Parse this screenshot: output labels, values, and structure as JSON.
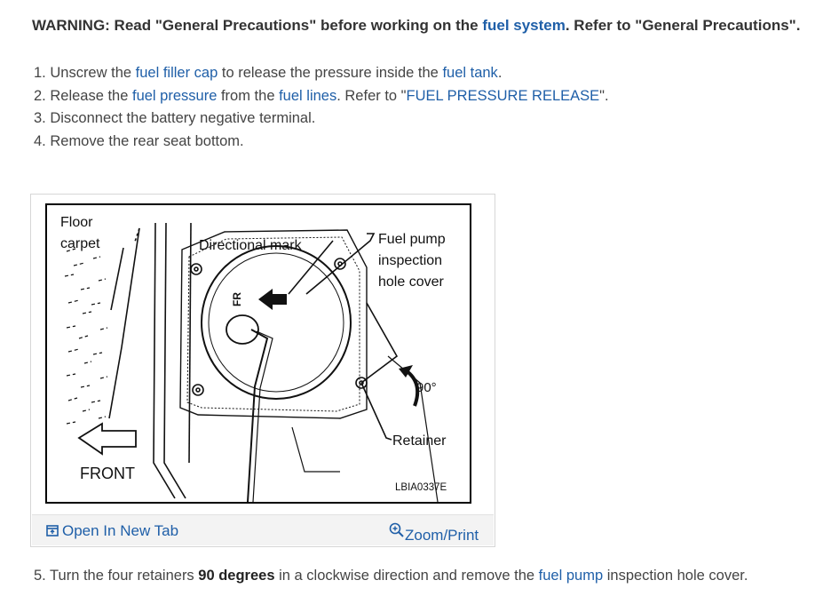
{
  "warning": {
    "prefix": "WARNING: Read \"General Precautions\" before working on the ",
    "link": "fuel system",
    "suffix": ". Refer to \"General Precautions\"."
  },
  "steps": [
    {
      "n": "1.",
      "a": " Unscrew the ",
      "l1": "fuel filler cap",
      "b": " to release the pressure inside the ",
      "l2": "fuel tank",
      "c": "."
    },
    {
      "n": "2.",
      "a": " Release the ",
      "l1": "fuel pressure",
      "b": " from the ",
      "l2": "fuel lines",
      "c": ". Refer to \"",
      "l3": "FUEL PRESSURE RELEASE",
      "d": "\"."
    },
    {
      "n": "3.",
      "a": " Disconnect the battery negative terminal."
    },
    {
      "n": "4.",
      "a": " Remove the rear seat bottom."
    }
  ],
  "figure": {
    "labels": {
      "floor": "Floor",
      "carpet": "carpet",
      "directional_mark": "Directional mark",
      "fuel_pump_1": "Fuel pump",
      "fuel_pump_2": "inspection",
      "fuel_pump_3": "hole cover",
      "degrees": "90°",
      "retainer": "Retainer",
      "front": "FRONT",
      "fr": "FR",
      "code": "LBIA0337E"
    },
    "open_new_tab": "Open In New Tab",
    "zoom_print": "Zoom/Print",
    "link_color": "#1f5fa8"
  },
  "step5": {
    "n": "5.",
    "a": " Turn the four retainers ",
    "bold": "90 degrees",
    "b": " in a clockwise direction and remove the ",
    "link": "fuel pump",
    "c": " inspection hole cover."
  }
}
